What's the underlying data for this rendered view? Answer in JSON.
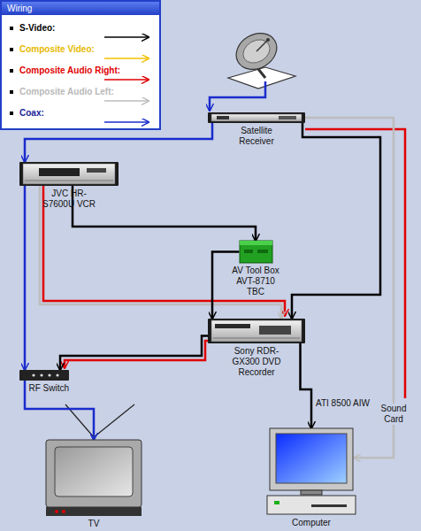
{
  "diagram": {
    "nodes": [
      {
        "text": [
          "Satellite Receiver"
        ]
      },
      {
        "text": [
          "JVC HR-S7600U VCR"
        ]
      },
      {
        "text": [
          "AV Tool Box AVT-8710 TBC"
        ]
      },
      {
        "text": [
          "Sony RDR-GX300 DVD Recorder"
        ]
      },
      {
        "text": [
          "RF Switch"
        ]
      },
      {
        "text": [
          "TV"
        ]
      },
      {
        "text": [
          "Computer"
        ]
      }
    ],
    "edges": [
      {
        "from": 0,
        "to": 1,
        "arrow": "to"
      },
      {
        "from": 0,
        "to": 3,
        "arrow": "to"
      },
      {
        "from": 0,
        "to": 6,
        "label": "Sound Card",
        "arrow": "to"
      },
      {
        "from": 1,
        "to": 2,
        "arrow": "to"
      },
      {
        "from": 1,
        "to": 3,
        "arrow": "to"
      },
      {
        "from": 2,
        "to": 3,
        "arrow": "to"
      },
      {
        "from": 1,
        "to": 4,
        "arrow": "to"
      },
      {
        "from": 3,
        "to": 4,
        "arrow": "to"
      },
      {
        "from": 3,
        "to": 6,
        "label": "ATI 8500 AIW",
        "arrow": "to"
      },
      {
        "from": 4,
        "to": 5,
        "arrow": "to"
      }
    ],
    "labels": [
      "Wiring"
    ],
    "legend": [
      {
        "text": "S-Video:"
      },
      {
        "text": "Composite Video:"
      },
      {
        "text": "Composite Audio Right:"
      },
      {
        "text": "Composite Audio Left:"
      },
      {
        "text": "Coax:"
      }
    ]
  }
}
